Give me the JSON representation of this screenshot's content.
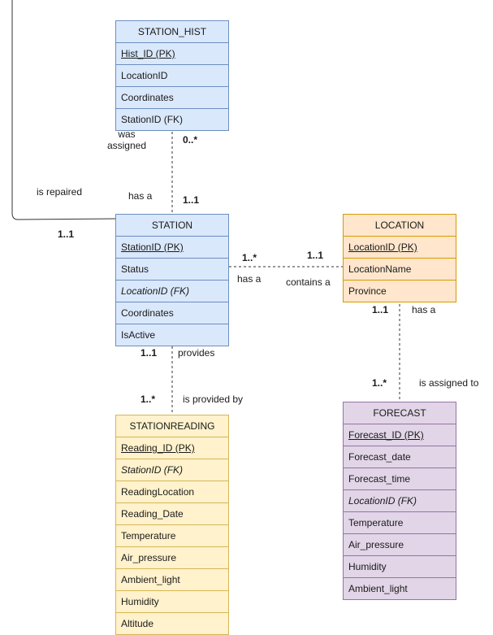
{
  "entities": {
    "station_hist": {
      "title": "STATION_HIST",
      "rows": [
        {
          "text": "Hist_ID (PK)",
          "kind": "pk"
        },
        {
          "text": "LocationID",
          "kind": "plain"
        },
        {
          "text": "Coordinates",
          "kind": "plain"
        },
        {
          "text": "StationID (FK)",
          "kind": "plain"
        }
      ]
    },
    "station": {
      "title": "STATION",
      "rows": [
        {
          "text": "StationID (PK)",
          "kind": "pk"
        },
        {
          "text": "Status",
          "kind": "plain"
        },
        {
          "text": "LocationID (FK)",
          "kind": "fk"
        },
        {
          "text": "Coordinates",
          "kind": "plain"
        },
        {
          "text": "IsActive",
          "kind": "plain"
        }
      ]
    },
    "location": {
      "title": "LOCATION",
      "rows": [
        {
          "text": "LocationID (PK)",
          "kind": "pk"
        },
        {
          "text": "LocationName",
          "kind": "plain"
        },
        {
          "text": "Province",
          "kind": "plain"
        }
      ]
    },
    "stationreading": {
      "title": "STATIONREADING",
      "rows": [
        {
          "text": "Reading_ID (PK)",
          "kind": "pk"
        },
        {
          "text": "StationID (FK)",
          "kind": "fk"
        },
        {
          "text": "ReadingLocation",
          "kind": "plain"
        },
        {
          "text": "Reading_Date",
          "kind": "plain"
        },
        {
          "text": "Temperature",
          "kind": "plain"
        },
        {
          "text": "Air_pressure",
          "kind": "plain"
        },
        {
          "text": "Ambient_light",
          "kind": "plain"
        },
        {
          "text": "Humidity",
          "kind": "plain"
        },
        {
          "text": "Altitude",
          "kind": "plain"
        }
      ]
    },
    "forecast": {
      "title": "FORECAST",
      "rows": [
        {
          "text": "Forecast_ID (PK)",
          "kind": "pk"
        },
        {
          "text": "Forecast_date",
          "kind": "plain"
        },
        {
          "text": "Forecast_time",
          "kind": "plain"
        },
        {
          "text": "LocationID (FK)",
          "kind": "fk"
        },
        {
          "text": "Temperature",
          "kind": "plain"
        },
        {
          "text": "Air_pressure",
          "kind": "plain"
        },
        {
          "text": "Humidity",
          "kind": "plain"
        },
        {
          "text": "Ambient_light",
          "kind": "plain"
        }
      ]
    }
  },
  "labels": {
    "was_assigned": "was\nassigned",
    "is_repaired": "is repaired",
    "has_a_hist": "has a",
    "has_a_loc": "has a",
    "contains_a": "contains a",
    "has_a_forecast": "has a",
    "is_assigned_to": "is assigned to",
    "provides": "provides",
    "is_provided_by": "is provided by"
  },
  "cardinalities": {
    "hist_0_many": "0..*",
    "station_hist_1": "1..1",
    "self_loop_1": "1..1",
    "station_loc_many": "1..*",
    "loc_station_1": "1..1",
    "loc_forecast_1": "1..1",
    "forecast_many": "1..*",
    "station_reading_1": "1..1",
    "reading_many": "1..*"
  },
  "colors": {
    "blue_fill": "#dae8fc",
    "blue_stroke": "#6c8ebf",
    "orange_fill": "#ffe6cc",
    "orange_stroke": "#d79b00",
    "yellow_fill": "#fff2cc",
    "yellow_stroke": "#d6b656",
    "purple_fill": "#e1d5e7",
    "purple_stroke": "#9673a6"
  }
}
